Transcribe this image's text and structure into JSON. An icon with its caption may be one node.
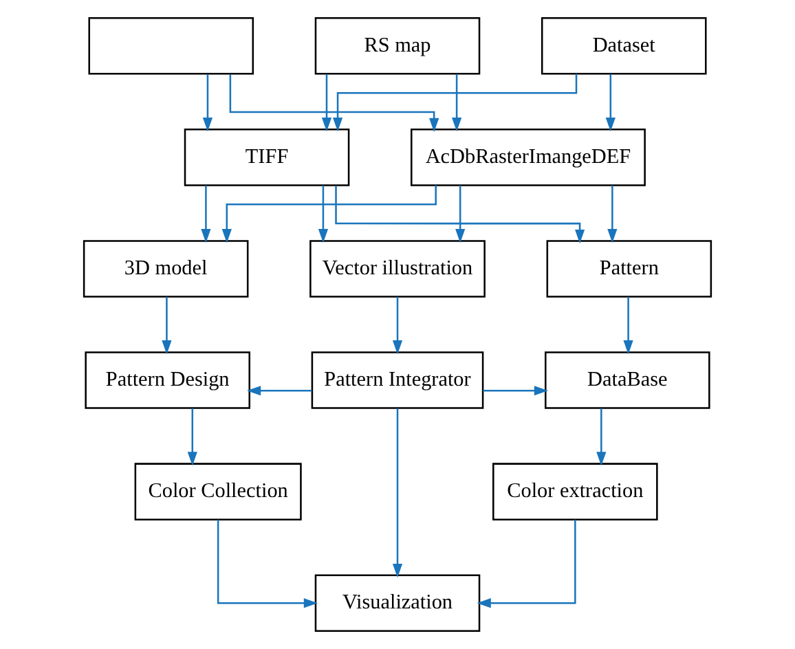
{
  "diagram": {
    "nodes": [
      {
        "text": [],
        "shape": "box"
      },
      {
        "text": [
          "RS map"
        ]
      },
      {
        "text": [
          "Dataset"
        ]
      },
      {
        "text": [
          "TIFF"
        ]
      },
      {
        "text": [
          "AcDbRasterImangeDEF"
        ]
      },
      {
        "text": [
          "3D model"
        ]
      },
      {
        "text": [
          "Vector illustration"
        ]
      },
      {
        "text": [
          "Pattern"
        ]
      },
      {
        "text": [
          "Pattern Design"
        ]
      },
      {
        "text": [
          "Pattern Integrator"
        ]
      },
      {
        "text": [
          "DataBase"
        ]
      },
      {
        "text": [
          "Color Collection"
        ]
      },
      {
        "text": [
          "Color extraction"
        ]
      },
      {
        "text": [
          "Visualization"
        ]
      }
    ],
    "edges": [
      {
        "from": 0,
        "to": 3,
        "arrow": "to"
      },
      {
        "from": 0,
        "to": 4,
        "arrow": "to"
      },
      {
        "from": 1,
        "to": 3,
        "arrow": "to"
      },
      {
        "from": 1,
        "to": 4,
        "arrow": "to"
      },
      {
        "from": 2,
        "to": 3,
        "arrow": "to"
      },
      {
        "from": 2,
        "to": 4,
        "arrow": "to"
      },
      {
        "from": 3,
        "to": 5,
        "arrow": "to"
      },
      {
        "from": 3,
        "to": 6,
        "arrow": "to"
      },
      {
        "from": 3,
        "to": 7,
        "arrow": "to"
      },
      {
        "from": 4,
        "to": 5,
        "arrow": "to"
      },
      {
        "from": 4,
        "to": 6,
        "arrow": "to"
      },
      {
        "from": 4,
        "to": 7,
        "arrow": "to"
      },
      {
        "from": 5,
        "to": 8,
        "arrow": "to"
      },
      {
        "from": 6,
        "to": 9,
        "arrow": "to"
      },
      {
        "from": 7,
        "to": 10,
        "arrow": "to"
      },
      {
        "from": 9,
        "to": 8,
        "arrow": "to"
      },
      {
        "from": 9,
        "to": 10,
        "arrow": "to"
      },
      {
        "from": 8,
        "to": 11,
        "arrow": "to"
      },
      {
        "from": 10,
        "to": 12,
        "arrow": "to"
      },
      {
        "from": 11,
        "to": 13,
        "arrow": "to"
      },
      {
        "from": 12,
        "to": 13,
        "arrow": "to"
      },
      {
        "from": 9,
        "to": 13,
        "arrow": "to"
      }
    ]
  }
}
